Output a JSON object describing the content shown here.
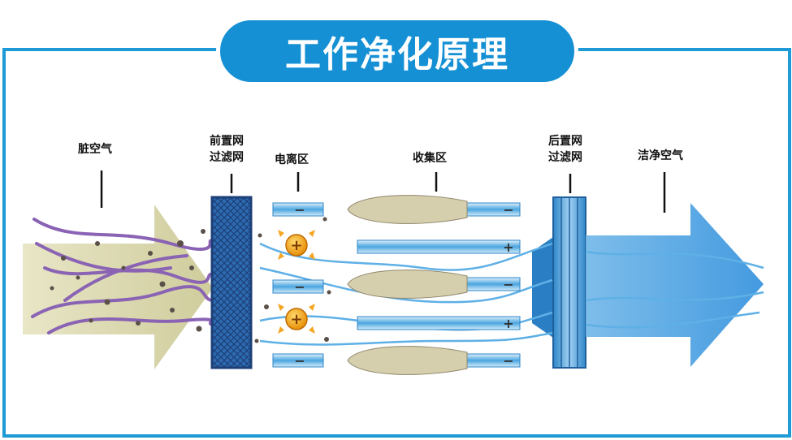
{
  "title": "工作净化原理",
  "labels": {
    "dirty_air": "脏空气",
    "pre_filter_line1": "前置网",
    "pre_filter_line2": "过滤网",
    "ionization": "电离区",
    "collection": "收集区",
    "post_filter_line1": "后置网",
    "post_filter_line2": "过滤网",
    "clean_air": "洁净空气"
  },
  "symbols": {
    "positive": "+",
    "negative": "−"
  },
  "colors": {
    "accent": "#1e9ad6",
    "title_bg": "#1590d4",
    "plate": "#4aa6e0",
    "charge": "#f5a623"
  }
}
